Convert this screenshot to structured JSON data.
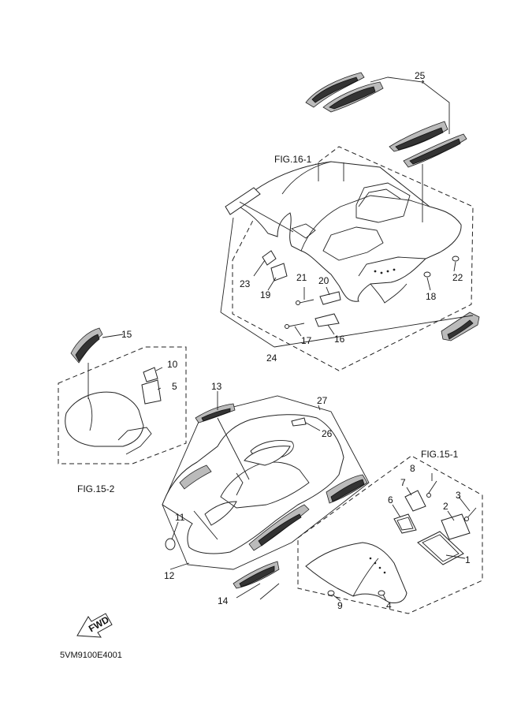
{
  "figures": {
    "fig_16_1": "FIG.16-1",
    "fig_15_1": "FIG.15-1",
    "fig_15_2": "FIG.15-2"
  },
  "drawing_code": "5VM9100E4001",
  "fwd_label": "FWD",
  "callouts": [
    "1",
    "2",
    "3",
    "4",
    "5",
    "6",
    "7",
    "8",
    "9",
    "10",
    "11",
    "12",
    "13",
    "14",
    "15",
    "16",
    "17",
    "18",
    "19",
    "20",
    "21",
    "22",
    "23",
    "24",
    "25",
    "26",
    "27"
  ]
}
